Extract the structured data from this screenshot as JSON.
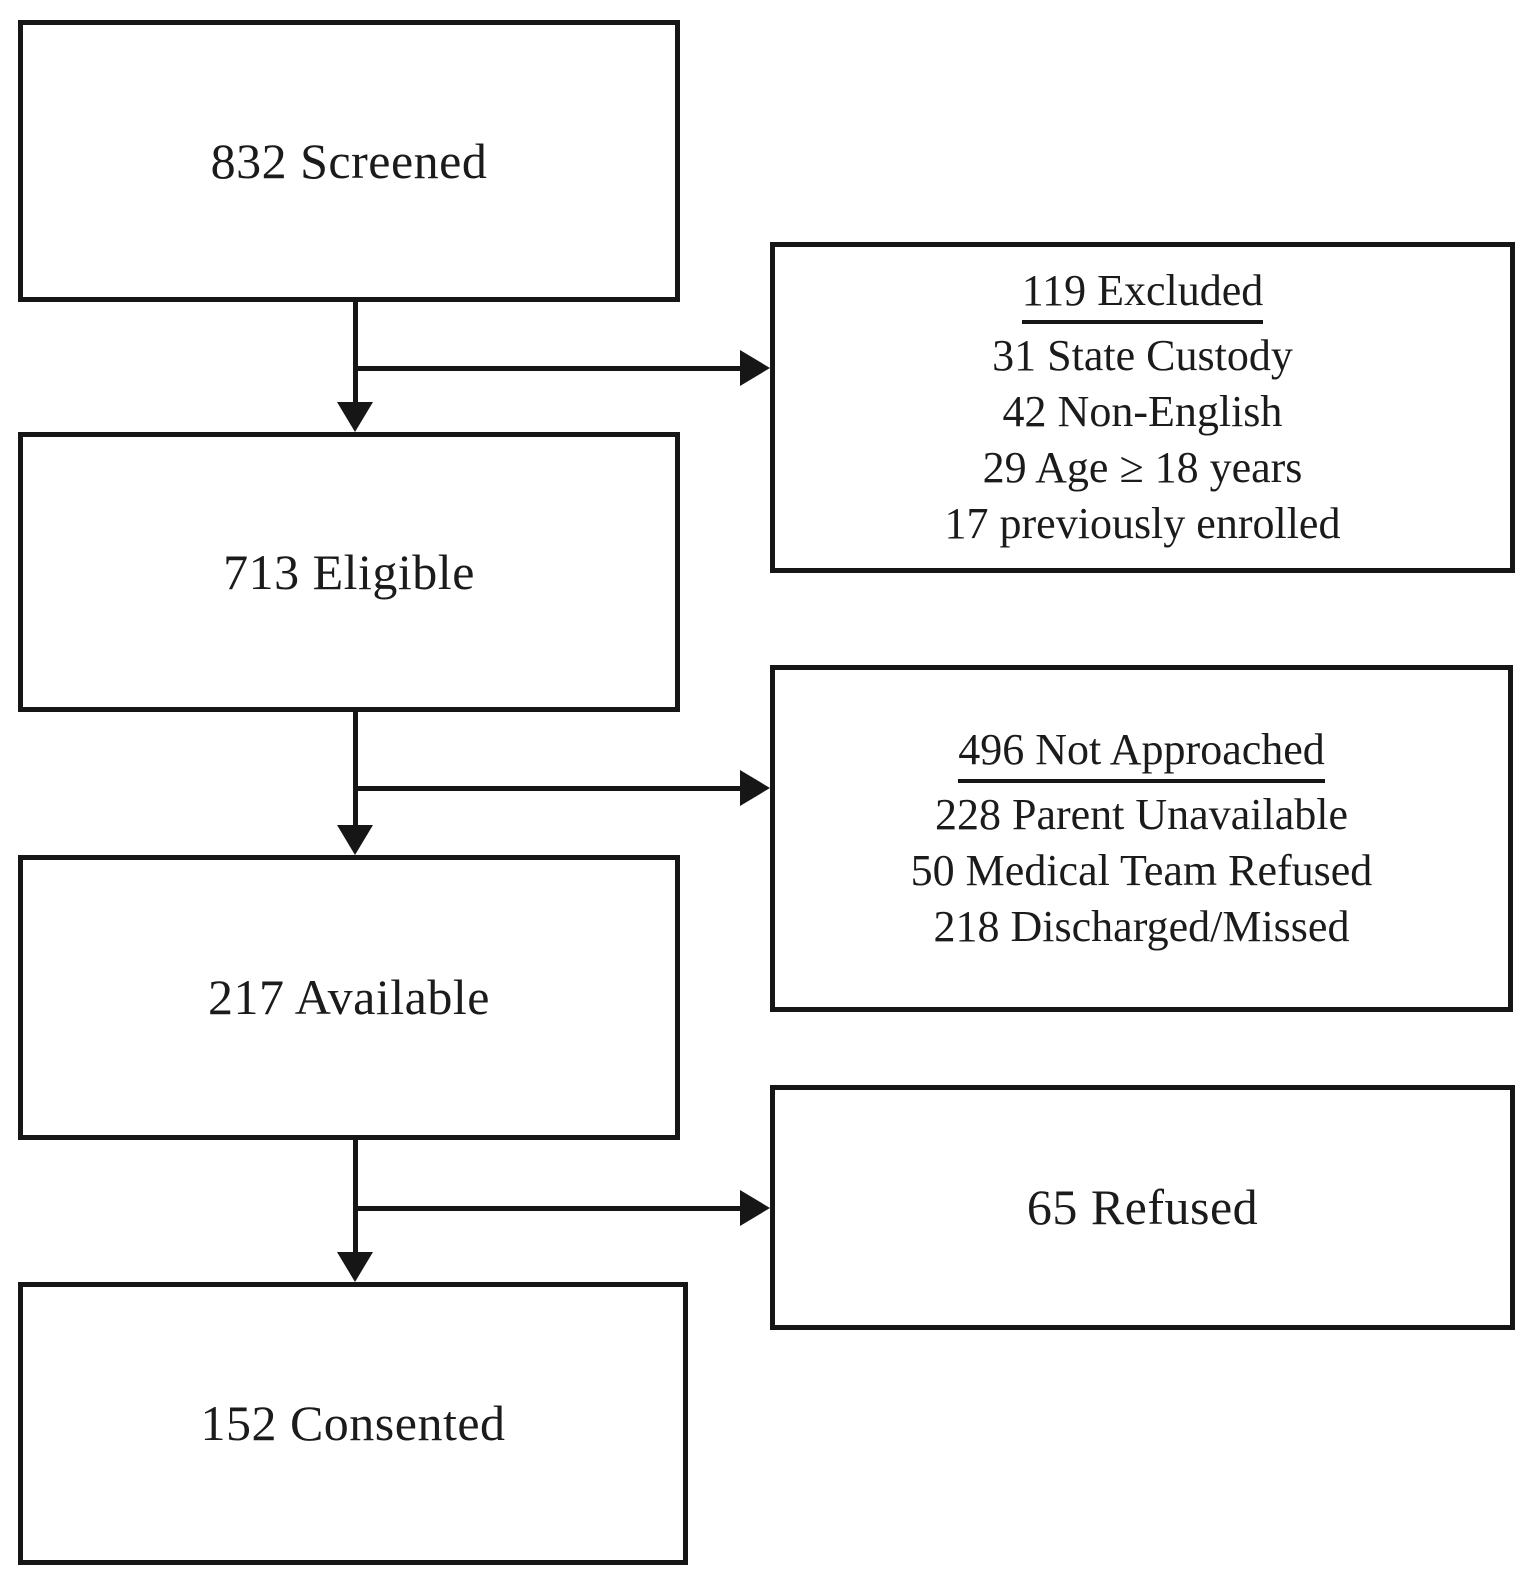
{
  "diagram": {
    "type": "flowchart",
    "colors": {
      "background": "#ffffff",
      "line": "#161616",
      "text": "#1b1b1b"
    },
    "boxes": {
      "screened": {
        "label": "832 Screened"
      },
      "excluded": {
        "title": "119 Excluded",
        "items": [
          "31 State Custody",
          "42 Non-English",
          "29 Age ≥ 18 years",
          "17 previously enrolled"
        ]
      },
      "eligible": {
        "label": "713 Eligible"
      },
      "not_approached": {
        "title": "496 Not Approached",
        "items": [
          "228 Parent Unavailable",
          "50 Medical Team Refused",
          "218 Discharged/Missed"
        ]
      },
      "available": {
        "label": "217 Available"
      },
      "refused": {
        "label": "65 Refused"
      },
      "consented": {
        "label": "152 Consented"
      }
    }
  }
}
